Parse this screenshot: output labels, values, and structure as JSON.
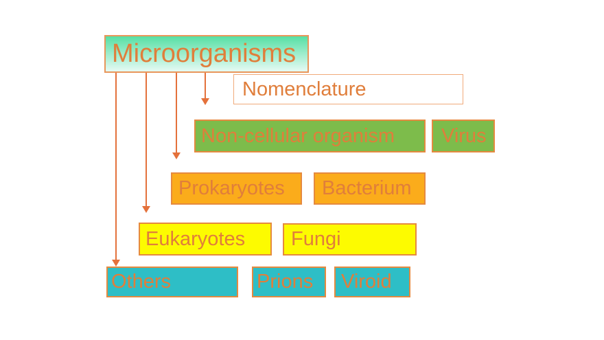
{
  "nodes": {
    "microorganisms": {
      "label": "Microorganisms"
    },
    "nomenclature": {
      "label": "Nomenclature"
    },
    "non_cellular": {
      "label": "Non-cellular organism"
    },
    "virus": {
      "label": "Virus"
    },
    "prokaryotes": {
      "label": "Prokaryotes"
    },
    "bacterium": {
      "label": "Bacterium"
    },
    "eukaryotes": {
      "label": "Eukaryotes"
    },
    "fungi": {
      "label": "Fungi"
    },
    "others": {
      "label": "Others"
    },
    "prions": {
      "label": "Prions"
    },
    "viroid": {
      "label": "Viroid"
    }
  },
  "edges": [
    {
      "from": "microorganisms",
      "to": "others"
    },
    {
      "from": "microorganisms",
      "to": "eukaryotes"
    },
    {
      "from": "microorganisms",
      "to": "prokaryotes"
    },
    {
      "from": "microorganisms",
      "to": "non_cellular"
    }
  ],
  "colors": {
    "background": "#ffffff",
    "text_orange": "#e07e3b",
    "arrow": "#e4713b",
    "border_orange": "#e58a3f",
    "title_gradient": {
      "top": "#57dfa4",
      "bottom": "#e6faf4"
    },
    "green": "#7dbc4b",
    "amber": "#fbac1b",
    "yellow": "#fdfb00",
    "teal": "#2ebec6",
    "white_fill": "#ffffff"
  }
}
